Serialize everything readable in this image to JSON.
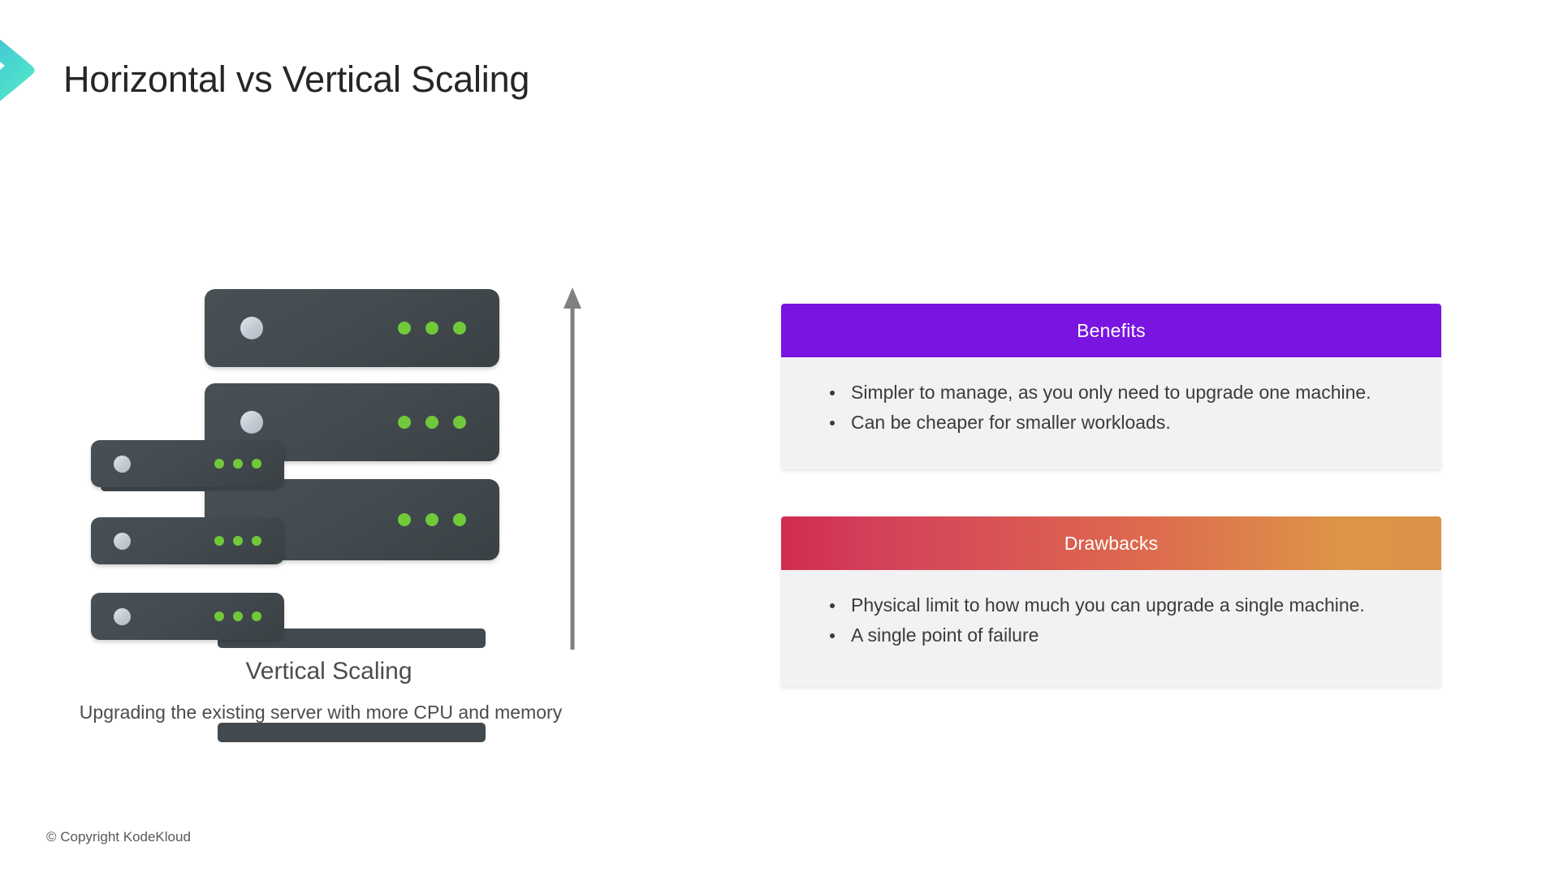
{
  "slide": {
    "title": "Horizontal vs Vertical Scaling",
    "background_color": "#ffffff",
    "logo_icon": "kodekloud-chevron-logo"
  },
  "illustration": {
    "arrow_icon": "up-arrow-icon",
    "arrow_color": "#808080",
    "server_body_color": "#444c51",
    "led_color": "#71c93a",
    "knob_color": "#c5cad1",
    "caption": "Vertical Scaling",
    "subcaption": "Upgrading the existing server with more CPU and memory",
    "large_stack_units": 3,
    "small_stack_units": 3,
    "leds_per_unit": 3
  },
  "cards": [
    {
      "id": "benefits",
      "header_label": "Benefits",
      "header_color": "#7a14e0",
      "bullets": [
        "Simpler to manage, as you only need to upgrade one machine.",
        "Can be cheaper for smaller workloads."
      ]
    },
    {
      "id": "drawbacks",
      "header_label": "Drawbacks",
      "header_gradient_from": "#cf2c4f",
      "header_gradient_to": "#d99248",
      "bullets": [
        "Physical limit to how much you can upgrade a single machine.",
        "A single point of failure"
      ]
    }
  ],
  "footer": {
    "copyright": "© Copyright KodeKloud"
  }
}
